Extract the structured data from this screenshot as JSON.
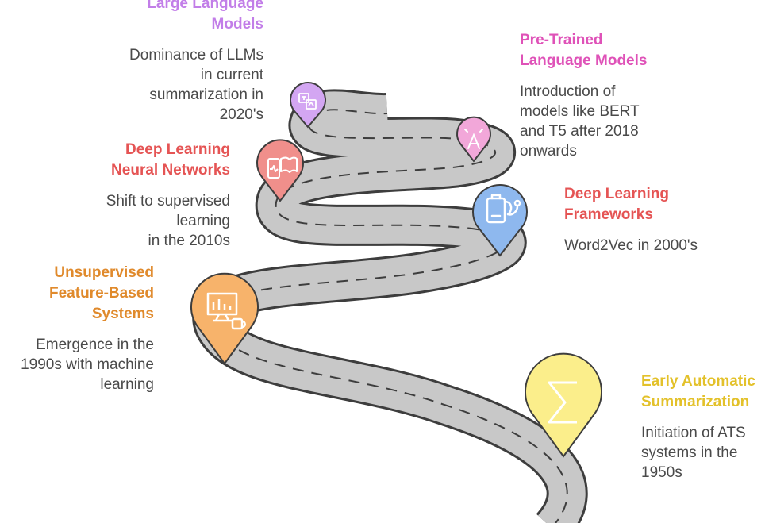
{
  "milestones": [
    {
      "id": "llm",
      "title": "Large Language\nModels",
      "description": "Dominance of LLMs\nin current\nsummarization in\n2020's",
      "color": "#c27ee8",
      "pin_color": "#d3a6f2",
      "icon": "translate-icon"
    },
    {
      "id": "ptlm",
      "title": "Pre-Trained\nLanguage Models",
      "description": "Introduction of\nmodels like BERT\nand T5 after 2018\nonwards",
      "color": "#df52b8",
      "pin_color": "#f2a7d9",
      "icon": "robot-face-icon"
    },
    {
      "id": "dlnn",
      "title": "Deep Learning\nNeural Networks",
      "description": "Shift to supervised\nlearning\nin the 2010s",
      "color": "#e55454",
      "pin_color": "#f08f8b",
      "icon": "device-book-icon"
    },
    {
      "id": "dlf",
      "title": "Deep Learning\nFrameworks",
      "description": "Word2Vec in 2000's",
      "color": "#e55454",
      "pin_color": "#8eb8ee",
      "icon": "clipboard-stethoscope-icon"
    },
    {
      "id": "ufbs",
      "title": "Unsupervised\nFeature-Based\nSystems",
      "description": "Emergence in the\n1990s with machine\nlearning",
      "color": "#e08a2c",
      "pin_color": "#f7b36b",
      "icon": "monitor-chart-coffee-icon"
    },
    {
      "id": "eas",
      "title": "Early Automatic\nSummarization",
      "description": "Initiation of ATS\nsystems in the\n1950s",
      "color": "#e3c12a",
      "pin_color": "#fbee8b",
      "icon": "sigma-icon"
    }
  ]
}
